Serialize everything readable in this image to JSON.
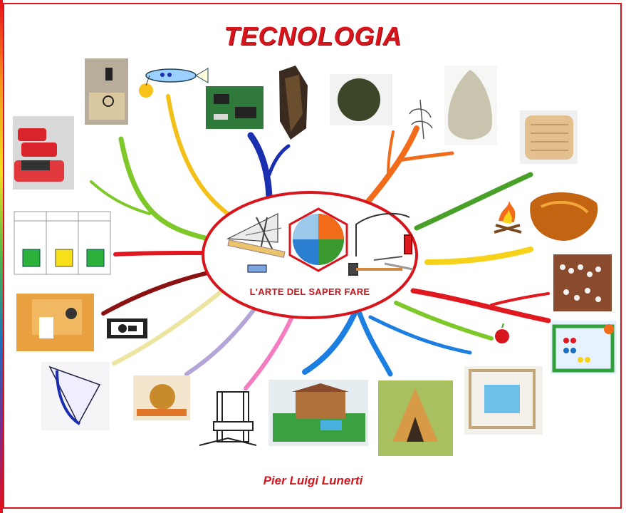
{
  "title": "TECNOLOGIA",
  "center": {
    "label": "L'ARTE DEL SAPER FARE"
  },
  "author": "Pier Luigi Lunerti",
  "colors": {
    "accent": "#d8141c"
  },
  "images": [
    "toy-cars",
    "electric-circuit",
    "fish-toy",
    "circuit-board",
    "flint-stone",
    "round-stone",
    "hand-fire-drill",
    "hand-axe",
    "clay-tablet",
    "amber",
    "campfire",
    "abacus-brown",
    "apple",
    "abacus-colorful",
    "loom",
    "tipi-model",
    "house-model",
    "printing-press",
    "steam-engine",
    "protractor",
    "film-icon",
    "gear-device",
    "axonometry-cubes"
  ]
}
